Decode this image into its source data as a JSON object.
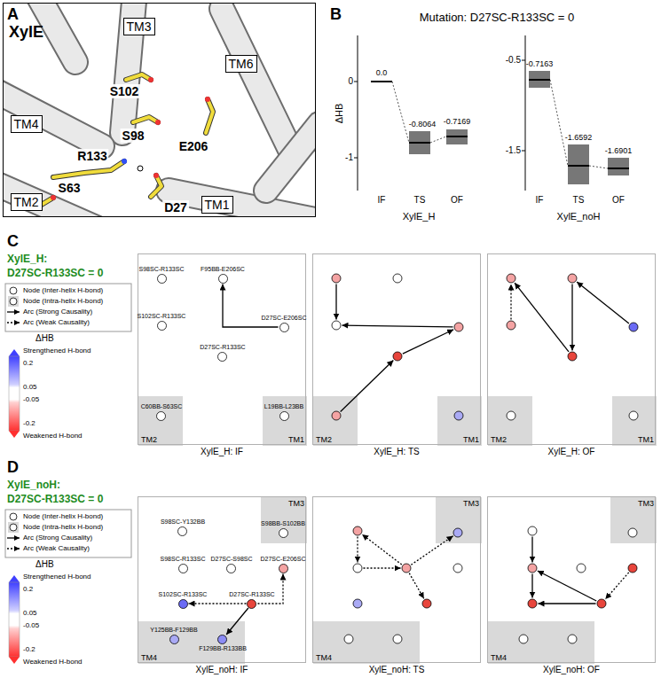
{
  "diagram": {
    "nodes": [
      {
        "text": [
          "XylE"
        ]
      },
      {
        "text": [
          "TM3"
        ],
        "in": 0
      },
      {
        "text": [
          "TM6"
        ],
        "in": 0
      },
      {
        "text": [
          "TM4"
        ],
        "in": 0
      },
      {
        "text": [
          "TM2"
        ],
        "in": 0
      },
      {
        "text": [
          "TM1"
        ],
        "in": 0
      },
      {
        "text": [
          "XylE_H: IF"
        ]
      },
      {
        "text": [
          "S98SC-R133SC"
        ],
        "in": 6
      },
      {
        "text": [
          "F95BB-E206SC"
        ],
        "in": 6
      },
      {
        "text": [
          "S102SC-R133SC"
        ],
        "in": 6
      },
      {
        "text": [
          "D27SC-E206SC"
        ],
        "in": 6
      },
      {
        "text": [
          "D27SC-R133SC"
        ],
        "in": 6
      },
      {
        "text": [
          "TM2"
        ],
        "in": 6
      },
      {
        "text": [
          "C60BB-S63SC"
        ],
        "in": 12
      },
      {
        "text": [
          "TM1"
        ],
        "in": 6
      },
      {
        "text": [
          "L19BB-L23BB"
        ],
        "in": 14
      },
      {
        "text": [
          "XylE_H: TS"
        ]
      },
      {
        "text": [
          "TM2"
        ],
        "in": 16
      },
      {
        "text": [
          "TM1"
        ],
        "in": 16
      },
      {
        "text": [
          "XylE_H: OF"
        ]
      },
      {
        "text": [
          "TM2"
        ],
        "in": 19
      },
      {
        "text": [
          "TM1"
        ],
        "in": 19
      },
      {
        "text": [
          "XylE_noH: IF"
        ]
      },
      {
        "text": [
          "S98SC-Y132BB"
        ],
        "in": 22
      },
      {
        "text": [
          "TM3"
        ],
        "in": 22
      },
      {
        "text": [
          "S98BB-S102BB"
        ],
        "in": 24
      },
      {
        "text": [
          "S98SC-R133SC"
        ],
        "in": 22
      },
      {
        "text": [
          "D27SC-S98SC"
        ],
        "in": 22
      },
      {
        "text": [
          "D27SC-E206SC"
        ],
        "in": 22
      },
      {
        "text": [
          "S102SC-R133SC"
        ],
        "in": 22
      },
      {
        "text": [
          "D27SC-R133SC"
        ],
        "in": 22
      },
      {
        "text": [
          "TM4"
        ],
        "in": 22
      },
      {
        "text": [
          "Y125BB-F129BB"
        ],
        "in": 31
      },
      {
        "text": [
          "F129BB-R133BB"
        ],
        "in": 31
      },
      {
        "text": [
          "XylE_noH: TS"
        ]
      },
      {
        "text": [
          "TM3"
        ],
        "in": 34
      },
      {
        "text": [
          "TM4"
        ],
        "in": 34
      },
      {
        "text": [
          "XylE_noH: OF"
        ]
      },
      {
        "text": [
          "TM3"
        ],
        "in": 37
      },
      {
        "text": [
          "TM4"
        ],
        "in": 37
      }
    ],
    "edges": [
      {
        "from": 10,
        "to": 8,
        "arrow": "to"
      },
      {
        "from": 30,
        "to": 29,
        "arrow": "to"
      },
      {
        "from": 30,
        "to": 28,
        "arrow": "to"
      },
      {
        "from": 30,
        "to": 33,
        "arrow": "to"
      }
    ],
    "labels": [
      "A",
      "S102",
      "S98",
      "R133",
      "E206",
      "S63",
      "D27",
      "B",
      "Mutation: D27SC-R133SC = 0",
      "ΔHB",
      "0",
      "-1",
      "0.0",
      "-0.8064",
      "-0.7169",
      "IF",
      "TS",
      "OF",
      "XylE_H",
      "-0.5",
      "-1.5",
      "-0.7163",
      "-1.6592",
      "-1.6901",
      "IF",
      "TS",
      "OF",
      "XylE_noH",
      "C",
      "XylE_H:",
      "D27SC-R133SC = 0",
      "ΔHB",
      "0.2",
      "0.05",
      "-0.05",
      "-0.2",
      "Strengthened H-bond",
      "Weakened H-bond",
      "D",
      "XylE_noH:",
      "D27SC-R133SC = 0",
      "ΔHB",
      "0.2",
      "0.05",
      "-0.05",
      "-0.2",
      "Strengthened H-bond",
      "Weakened H-bond"
    ],
    "legend": [
      {
        "text": "Node (Inter-helix H-bond)"
      },
      {
        "text": "Node (Intra-helix H-bond)"
      },
      {
        "text": "Arc (Strong Causality)"
      },
      {
        "text": "Arc (Weak Causality)"
      },
      {
        "text": "Node (Inter-helix H-bond)"
      },
      {
        "text": "Node (Intra-helix H-bond)"
      },
      {
        "text": "Arc (Strong Causality)"
      },
      {
        "text": "Arc (Weak Causality)"
      }
    ]
  }
}
